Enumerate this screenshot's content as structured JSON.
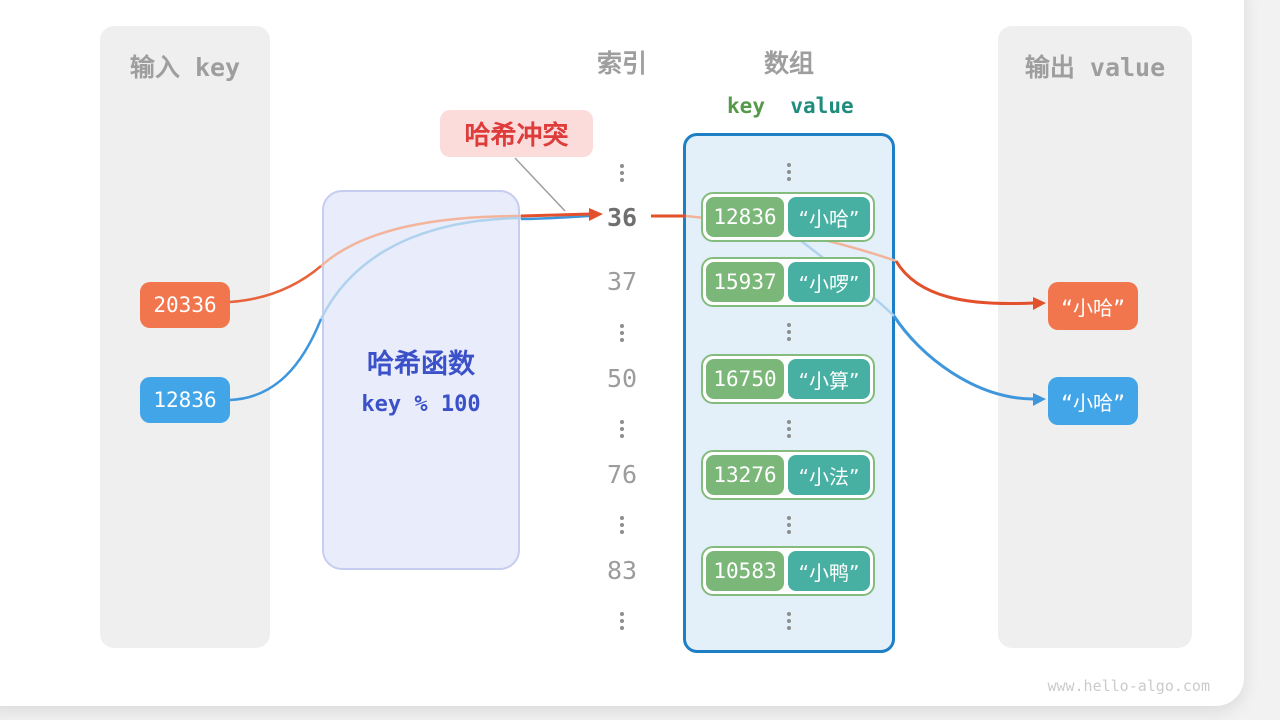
{
  "colors": {
    "orange": "#F1764E",
    "blue": "#42A5E8",
    "green_key": "#7CB77A",
    "teal_value": "#47B0A3",
    "indigo_text": "#3B51C9",
    "hash_box_bg": "#E9ECFA",
    "hash_box_border": "#C7CDF1",
    "array_bg": "#E3F0FA",
    "array_border": "#1E7FC5",
    "row_border": "#84BC7D",
    "badge_bg": "#FBDCDB",
    "badge_text": "#DE3B3B",
    "panel_bg": "#EFEFEF",
    "muted_text": "#9E9E9E",
    "arrow_orange": "#E2512B",
    "arrow_blue": "#3E97DC",
    "key_header_green": "#56994B",
    "value_header_teal": "#1F8C7D"
  },
  "input_panel": {
    "title": "输入 key",
    "keys": [
      {
        "label": "20336",
        "color": "orange"
      },
      {
        "label": "12836",
        "color": "blue"
      }
    ]
  },
  "hash_function": {
    "title": "哈希函数",
    "formula": "key % 100"
  },
  "collision_badge": {
    "label": "哈希冲突"
  },
  "index_column": {
    "title": "索引",
    "items": [
      {
        "type": "ellipsis"
      },
      {
        "type": "index",
        "value": "36",
        "highlight": true
      },
      {
        "type": "index",
        "value": "37"
      },
      {
        "type": "ellipsis"
      },
      {
        "type": "index",
        "value": "50"
      },
      {
        "type": "ellipsis"
      },
      {
        "type": "index",
        "value": "76"
      },
      {
        "type": "ellipsis"
      },
      {
        "type": "index",
        "value": "83"
      },
      {
        "type": "ellipsis"
      }
    ]
  },
  "array_panel": {
    "title": "数组",
    "key_header": "key",
    "value_header": "value",
    "items": [
      {
        "type": "ellipsis"
      },
      {
        "type": "pair",
        "key": "12836",
        "value": "“小哈”"
      },
      {
        "type": "pair",
        "key": "15937",
        "value": "“小啰”"
      },
      {
        "type": "ellipsis"
      },
      {
        "type": "pair",
        "key": "16750",
        "value": "“小算”"
      },
      {
        "type": "ellipsis"
      },
      {
        "type": "pair",
        "key": "13276",
        "value": "“小法”"
      },
      {
        "type": "ellipsis"
      },
      {
        "type": "pair",
        "key": "10583",
        "value": "“小鸭”"
      },
      {
        "type": "ellipsis"
      }
    ]
  },
  "output_panel": {
    "title": "输出 value",
    "values": [
      {
        "label": "“小哈”",
        "color": "orange"
      },
      {
        "label": "“小哈”",
        "color": "blue"
      }
    ]
  },
  "watermark": "www.hello-algo.com"
}
